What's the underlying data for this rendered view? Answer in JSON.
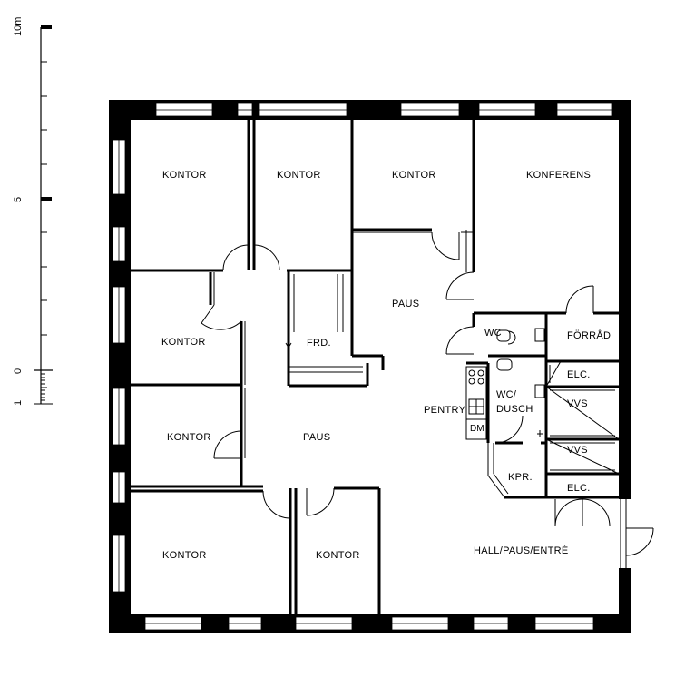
{
  "scale_bar": {
    "labels": {
      "top": "10m",
      "mid": "5",
      "zero": "0",
      "one": "1"
    }
  },
  "rooms": {
    "kontor_tl": "KONTOR",
    "kontor_tm": "KONTOR",
    "kontor_tr": "KONTOR",
    "konferens": "KONFERENS",
    "kontor_l2": "KONTOR",
    "frd": "FRD.",
    "paus_upper": "PAUS",
    "wc": "WC",
    "forrad": "FÖRRÅD",
    "elc_upper": "ELC.",
    "wc_dusch_1": "WC/",
    "wc_dusch_2": "DUSCH",
    "vvs_upper": "VVS",
    "pentry": "PENTRY",
    "dm": "DM",
    "kontor_l3": "KONTOR",
    "paus_main": "PAUS",
    "vvs_lower": "VVS",
    "kpr": "KPR.",
    "elc_lower": "ELC.",
    "kontor_bl": "KONTOR",
    "kontor_bm": "KONTOR",
    "hall": "HALL/PAUS/ENTRÉ"
  }
}
